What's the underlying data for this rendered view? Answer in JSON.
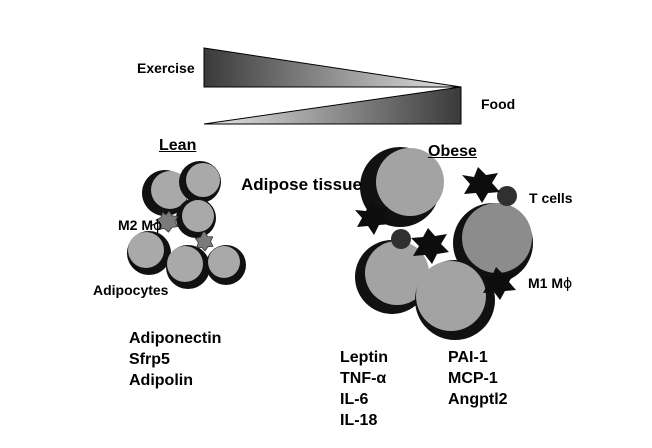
{
  "gradient_labels": {
    "exercise": "Exercise",
    "food": "Food"
  },
  "lean": {
    "heading": "Lean",
    "macrophage_label": "M2 M",
    "macrophage_symbol": "ϕ",
    "adipocytes_label": "Adipocytes",
    "factors": [
      "Adiponectin",
      "Sfrp5",
      "Adipolin"
    ]
  },
  "center_label": "Adipose tissue",
  "obese": {
    "heading": "Obese",
    "tcell_label": "T cells",
    "macrophage_label": "M1 M",
    "macrophage_symbol": "ϕ",
    "factors_left": [
      "Leptin",
      "TNF-α",
      "IL-6",
      "IL-18"
    ],
    "factors_right": [
      "PAI-1",
      "MCP-1",
      "Angptl2"
    ]
  },
  "colors": {
    "cell_shadow": "#111111",
    "cell_fill": "#a9a9a9",
    "cell_fill_obese": "#a3a3a3",
    "m2_macrophage": "#7a7a7a",
    "m1_macrophage": "#0d0d0d",
    "t_cell": "#303030",
    "gradient_dark": "#3a3a3a",
    "gradient_light": "#e6e6e6"
  }
}
